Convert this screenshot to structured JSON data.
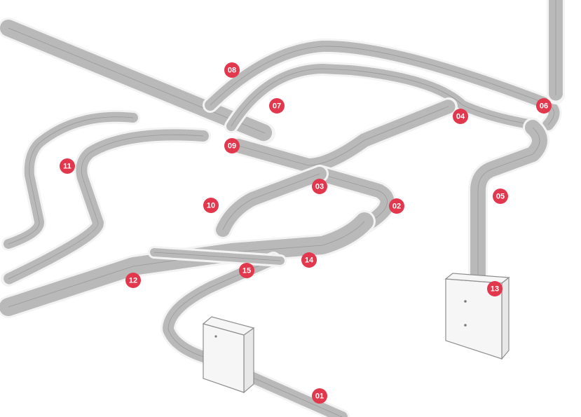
{
  "colors": {
    "marker": "#e2384d",
    "marker_text": "#ffffff",
    "tray_outline": "#8e8e8e",
    "background": "#ffffff"
  },
  "markers": [
    {
      "id": "marker-01",
      "label": "01"
    },
    {
      "id": "marker-02",
      "label": "02"
    },
    {
      "id": "marker-03",
      "label": "03"
    },
    {
      "id": "marker-04",
      "label": "04"
    },
    {
      "id": "marker-05",
      "label": "05"
    },
    {
      "id": "marker-06",
      "label": "06"
    },
    {
      "id": "marker-07",
      "label": "07"
    },
    {
      "id": "marker-08",
      "label": "08"
    },
    {
      "id": "marker-09",
      "label": "09"
    },
    {
      "id": "marker-10",
      "label": "10"
    },
    {
      "id": "marker-11",
      "label": "11"
    },
    {
      "id": "marker-12",
      "label": "12"
    },
    {
      "id": "marker-13",
      "label": "13"
    },
    {
      "id": "marker-14",
      "label": "14"
    },
    {
      "id": "marker-15",
      "label": "15"
    }
  ]
}
